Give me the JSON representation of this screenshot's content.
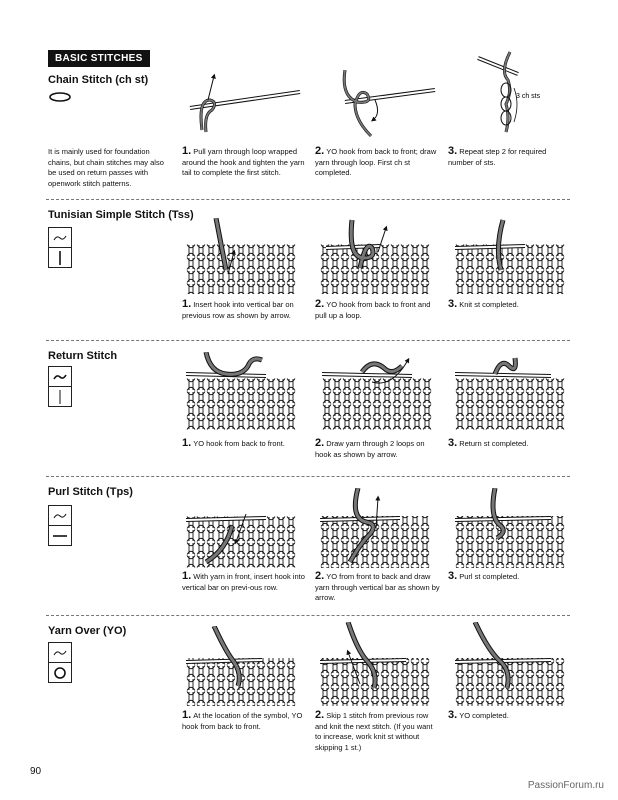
{
  "header": {
    "badge": "BASIC STITCHES"
  },
  "sections": [
    {
      "title": "Chain Stitch (ch st)",
      "intro": "It is mainly used for foundation chains, but chain stitches may also be used on return passes with openwork stitch patterns.",
      "steps": [
        {
          "num": "1.",
          "text": "Pull yarn through loop wrapped around the hook and tighten the yarn tail to complete the first stitch."
        },
        {
          "num": "2.",
          "text": "YO hook from back to front; draw yarn through loop. First ch st completed."
        },
        {
          "num": "3.",
          "text": "Repeat step 2 for required number of sts."
        }
      ],
      "annotation": "3 ch sts"
    },
    {
      "title": "Tunisian Simple Stitch (Tss)",
      "steps": [
        {
          "num": "1.",
          "text": "Insert hook into vertical bar on previous row as shown by arrow."
        },
        {
          "num": "2.",
          "text": "YO hook from back to front and pull up a loop."
        },
        {
          "num": "3.",
          "text": "Knit st completed."
        }
      ]
    },
    {
      "title": "Return Stitch",
      "steps": [
        {
          "num": "1.",
          "text": "YO hook from back to front."
        },
        {
          "num": "2.",
          "text": "Draw yarn through 2 loops on hook as shown by arrow."
        },
        {
          "num": "3.",
          "text": "Return st completed."
        }
      ]
    },
    {
      "title": "Purl Stitch (Tps)",
      "steps": [
        {
          "num": "1.",
          "text": "With yarn in front, insert hook into vertical bar on previ-ous row."
        },
        {
          "num": "2.",
          "text": "YO from front to back and draw yarn through vertical bar as shown by arrow."
        },
        {
          "num": "3.",
          "text": "Purl st completed."
        }
      ]
    },
    {
      "title": "Yarn Over (YO)",
      "steps": [
        {
          "num": "1.",
          "text": "At the location of the symbol, YO hook from back to front."
        },
        {
          "num": "2.",
          "text": "Skip 1 stitch from previous row and knit the next stitch. (If you want to increase, work knit st without skipping 1 st.)"
        },
        {
          "num": "3.",
          "text": "YO completed."
        }
      ]
    }
  ],
  "footer": {
    "page_number": "90",
    "watermark": "PassionForum.ru"
  },
  "colors": {
    "ink": "#111111",
    "yarn": "#777777",
    "divider": "#777777"
  }
}
